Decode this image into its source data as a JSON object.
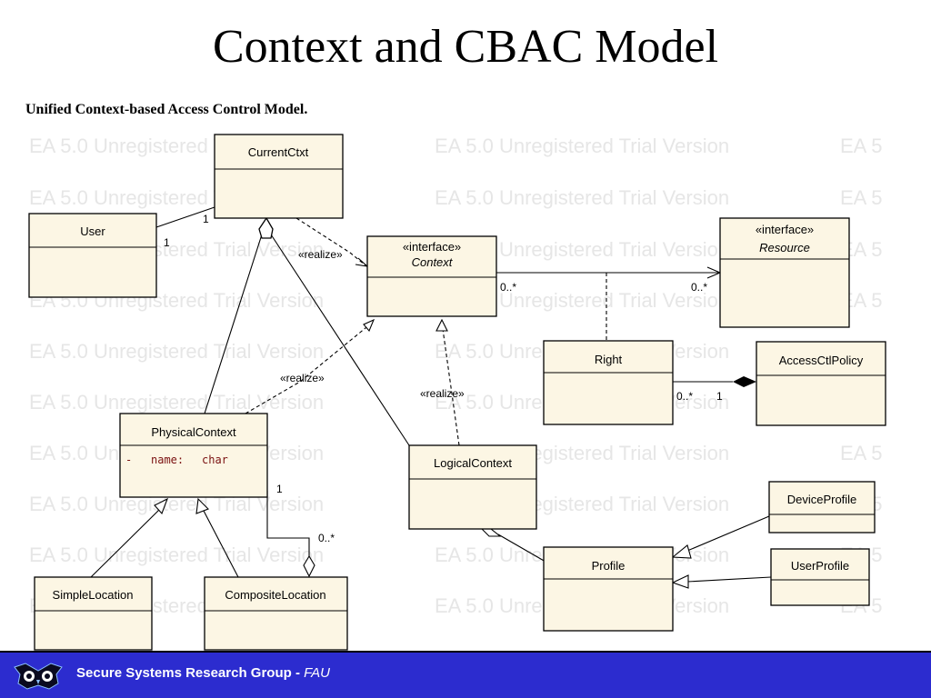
{
  "slide": {
    "title": "Context and CBAC Model",
    "subtitle": "Unified Context-based Access Control Model."
  },
  "watermark": "EA 5.0 Unregistered Trial Version",
  "classes": {
    "current_ctxt": {
      "name": "CurrentCtxt"
    },
    "user": {
      "name": "User"
    },
    "context": {
      "stereotype": "«interface»",
      "name": "Context"
    },
    "resource": {
      "stereotype": "«interface»",
      "name": "Resource"
    },
    "right": {
      "name": "Right"
    },
    "access_ctl_policy": {
      "name": "AccessCtlPolicy"
    },
    "physical_context": {
      "name": "PhysicalContext",
      "attr_visibility": "-",
      "attr_name": "name:",
      "attr_type": "char"
    },
    "logical_context": {
      "name": "LogicalContext"
    },
    "device_profile": {
      "name": "DeviceProfile"
    },
    "user_profile": {
      "name": "UserProfile"
    },
    "profile": {
      "name": "Profile"
    },
    "simple_location": {
      "name": "SimpleLocation"
    },
    "composite_location": {
      "name": "CompositeLocation"
    }
  },
  "labels": {
    "realize_current": "«realize»",
    "realize_physical": "«realize»",
    "realize_logical": "«realize»",
    "mult_user_current_1": "1",
    "mult_user_current_2": "1",
    "mult_context_resource_left": "0..*",
    "mult_context_resource_right": "0..*",
    "mult_right_policy_left": "0..*",
    "mult_right_policy_right": "1",
    "mult_physical_composite_top": "1",
    "mult_physical_composite_bottom": "0..*"
  },
  "footer": {
    "text": "Secure Systems Research Group - ",
    "org": "FAU"
  },
  "colors": {
    "class_fill": "#fcf6e4",
    "footer_bg": "#2c2ccf",
    "attribute_text": "#7a1010",
    "watermark": "#e6e6e6"
  }
}
